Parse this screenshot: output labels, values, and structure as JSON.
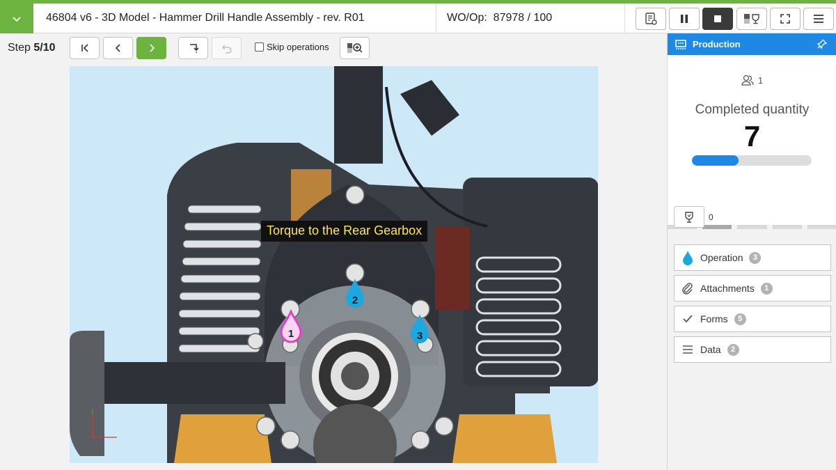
{
  "header": {
    "title": "46804 v6 - 3D Model - Hammer Drill Handle Assembly - rev. R01",
    "wo_op_label": "WO/Op:",
    "wo_op_value": "87978 / 100",
    "buttons": [
      "notes-icon",
      "pause-icon",
      "stop-icon",
      "quality-icon",
      "fullscreen-icon",
      "menu-icon"
    ]
  },
  "stepbar": {
    "step_prefix": "Step",
    "step_value": "5/10",
    "skip_label": "Skip operations"
  },
  "viewer": {
    "annotation": "Torque to the Rear Gearbox",
    "pins": [
      {
        "label": "1",
        "color": "#e040c8"
      },
      {
        "label": "2",
        "color": "#1ba8e0"
      },
      {
        "label": "3",
        "color": "#1ba8e0"
      }
    ]
  },
  "right_panel": {
    "header": "Production",
    "users_count": "1",
    "completed_label": "Completed quantity",
    "completed_value": "7",
    "progress_fraction": 0.39,
    "trophy_count": "0",
    "items": [
      {
        "label": "Operation",
        "badge": "3",
        "icon": "operation-pin-icon"
      },
      {
        "label": "Attachments",
        "badge": "1",
        "icon": "paperclip-icon"
      },
      {
        "label": "Forms",
        "badge": "5",
        "icon": "check-icon"
      },
      {
        "label": "Data",
        "badge": "2",
        "icon": "list-icon"
      }
    ]
  },
  "colors": {
    "accent_green": "#6db33f",
    "primary_blue": "#1e88e5",
    "annotation_text": "#ffe94a"
  }
}
